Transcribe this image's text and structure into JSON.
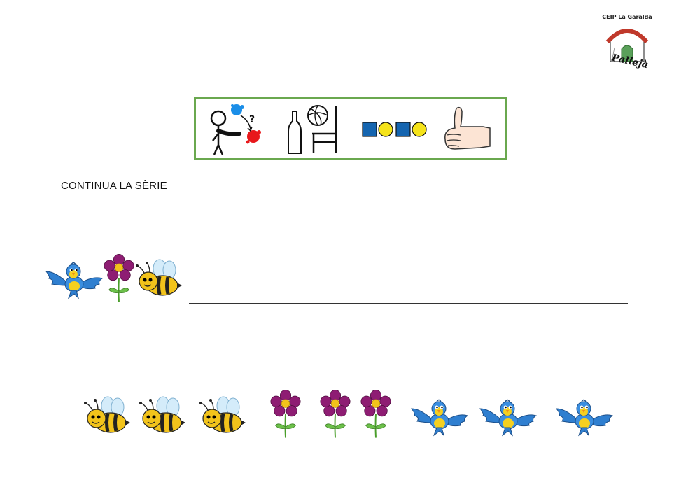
{
  "logo": {
    "title": "CEIP La Garalda",
    "subtitle": "Pallejà"
  },
  "pictograms": [
    {
      "icon": "point-choose-color-icon"
    },
    {
      "icon": "objects-bottle-chair-ball-icon"
    },
    {
      "icon": "series-squares-circles-icon"
    },
    {
      "icon": "thumbs-up-icon"
    }
  ],
  "instruction": "CONTINUA LA SÈRIE",
  "series": [
    "bird",
    "flower",
    "bee"
  ],
  "options": [
    "bee",
    "bee",
    "bee",
    "flower",
    "flower",
    "flower",
    "bird",
    "bird",
    "bird"
  ],
  "colors": {
    "frame": "#6aa84f",
    "bird": "#2f7fd0",
    "flower": "#8e1d73",
    "bee": "#f2c31b"
  }
}
